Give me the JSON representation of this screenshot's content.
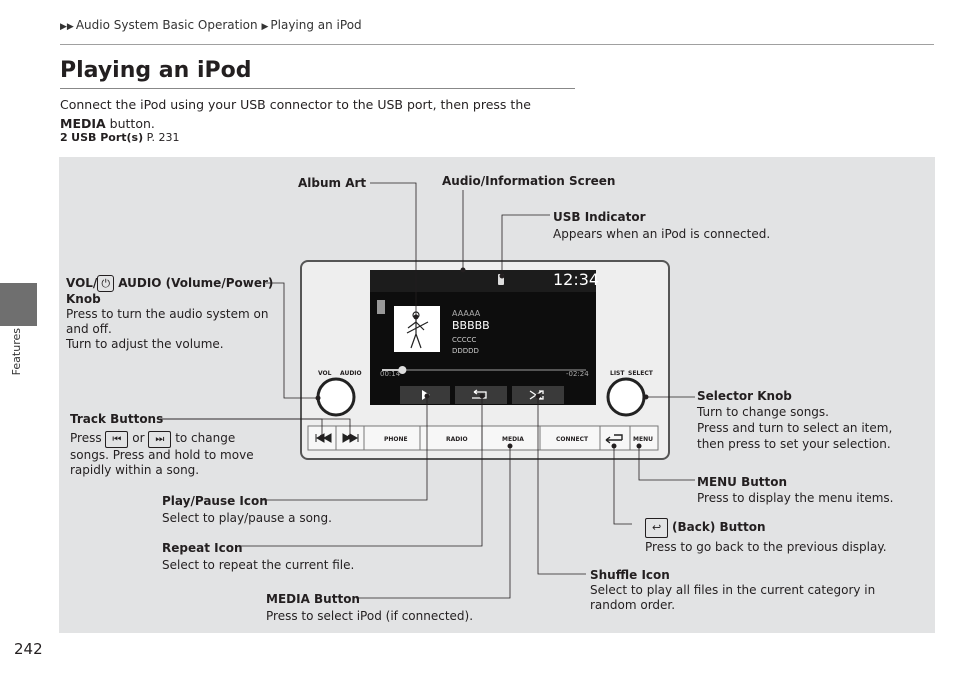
{
  "breadcrumb": [
    "Audio System Basic Operation",
    "Playing an iPod"
  ],
  "side_tab": "Features",
  "page_number": "242",
  "title": "Playing an iPod",
  "intro": {
    "text_before": "Connect the iPod using your USB connector to the USB port, then press the ",
    "bold_word": "MEDIA",
    "text_after": " button."
  },
  "xref": {
    "marker": "2",
    "label": "USB Port(s)",
    "page": "P. 231"
  },
  "labels": {
    "album_art": "Album Art",
    "audio_screen": "Audio/Information Screen",
    "usb_title": "USB Indicator",
    "usb_desc": "Appears when an iPod is connected.",
    "vol_title_a": "VOL/",
    "vol_title_b": " AUDIO (Volume/Power)",
    "vol_title_c": "Knob",
    "vol_desc1": "Press to turn the audio system on",
    "vol_desc2": "and off.",
    "vol_desc3": "Turn to adjust the volume.",
    "track_title": "Track Buttons",
    "track_press": "Press",
    "track_or": "or",
    "track_change": "to change",
    "track_desc2": "songs. Press and hold to move",
    "track_desc3": "rapidly within a song.",
    "selector_title": "Selector Knob",
    "selector_desc1": "Turn to change songs.",
    "selector_desc2": "Press and turn to select an item,",
    "selector_desc3": "then press to set your selection.",
    "menu_title": "MENU Button",
    "menu_desc": "Press to display the menu items.",
    "back_title": "(Back) Button",
    "back_desc": "Press to go back to the previous display.",
    "play_title": "Play/Pause Icon",
    "play_desc": "Select to play/pause a song.",
    "repeat_title": "Repeat Icon",
    "repeat_desc": "Select to repeat the current file.",
    "shuffle_title": "Shuffle Icon",
    "shuffle_desc1": "Select to play all files in the current category in",
    "shuffle_desc2": "random order.",
    "media_title": "MEDIA Button",
    "media_desc": "Press to select iPod (if connected)."
  },
  "device": {
    "clock": "12:34",
    "track_lines": [
      "AAAAA",
      "BBBBB",
      "CCCCC",
      "DDDDD"
    ],
    "time_elapsed": "00:14",
    "time_remaining": "-02:24",
    "vol_label": "VOL",
    "audio_label": "AUDIO",
    "list_label": "LIST",
    "select_label": "SELECT",
    "buttons": [
      "PHONE",
      "RADIO",
      "MEDIA",
      "CONNECT",
      "MENU"
    ],
    "progress_fraction": 0.1
  }
}
